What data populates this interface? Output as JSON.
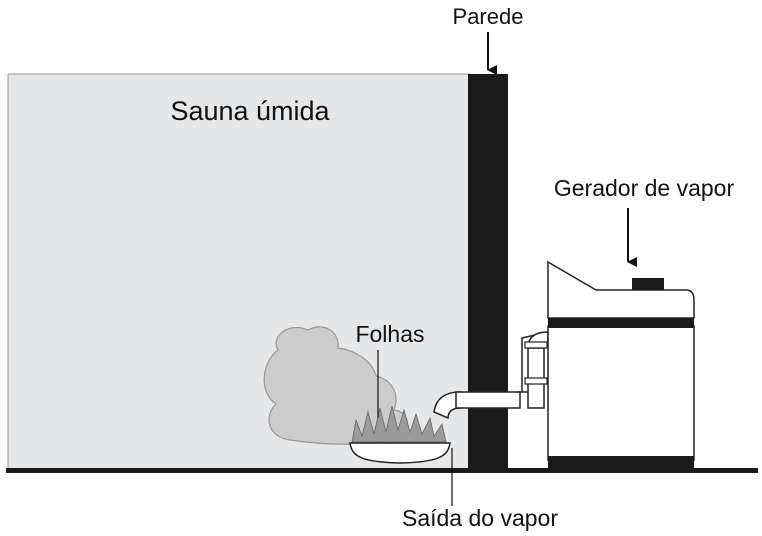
{
  "labels": {
    "wall": "Parede",
    "sauna": "Sauna úmida",
    "generator": "Gerador de vapor",
    "leaves": "Folhas",
    "outlet": "Saída do vapor"
  },
  "colors": {
    "sauna_fill": "#e6e7e9",
    "wall": "#1a1a1a",
    "steam_cloud": "#cccccc",
    "leaves": "#9a9a9a",
    "line": "#111111",
    "background": "#ffffff"
  }
}
